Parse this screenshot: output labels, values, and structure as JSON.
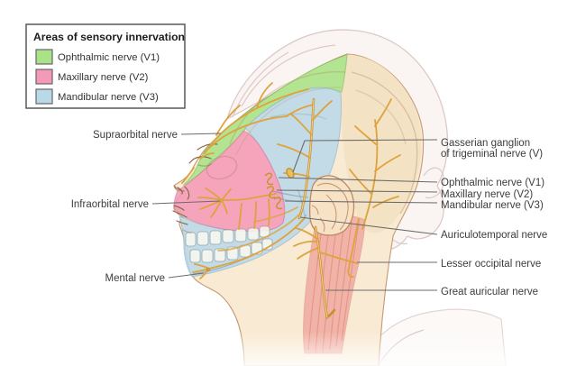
{
  "legend": {
    "title": "Areas of sensory innervation",
    "items": [
      {
        "label": "Ophthalmic nerve (V1)",
        "color": "#a9e287"
      },
      {
        "label": "Maxillary nerve (V2)",
        "color": "#f49ab8"
      },
      {
        "label": "Mandibular nerve (V3)",
        "color": "#b9d8e8"
      }
    ]
  },
  "annotations": {
    "left": [
      {
        "text": "Supraorbital nerve"
      },
      {
        "text": "Infraorbital nerve"
      },
      {
        "text": "Mental nerve"
      }
    ],
    "right": [
      {
        "text": "Gasserian ganglion",
        "text2": "of trigeminal nerve (V)"
      },
      {
        "text": "Ophthalmic nerve (V1)"
      },
      {
        "text": "Maxillary nerve (V2)"
      },
      {
        "text": "Mandibular nerve (V3)"
      },
      {
        "text": "Auriculotemporal nerve"
      },
      {
        "text": "Lesser occipital nerve"
      },
      {
        "text": "Great auricular nerve"
      }
    ]
  },
  "colors": {
    "ophthalmic_region": "#a9e287",
    "maxillary_region": "#f49ab8",
    "mandibular_region": "#b9d8e8",
    "nerve_yellow": "#dfa23c",
    "skin": "#f9ead3",
    "scalp_beige": "#f2e1c2",
    "muscle_pink": "#f0b0a4"
  }
}
